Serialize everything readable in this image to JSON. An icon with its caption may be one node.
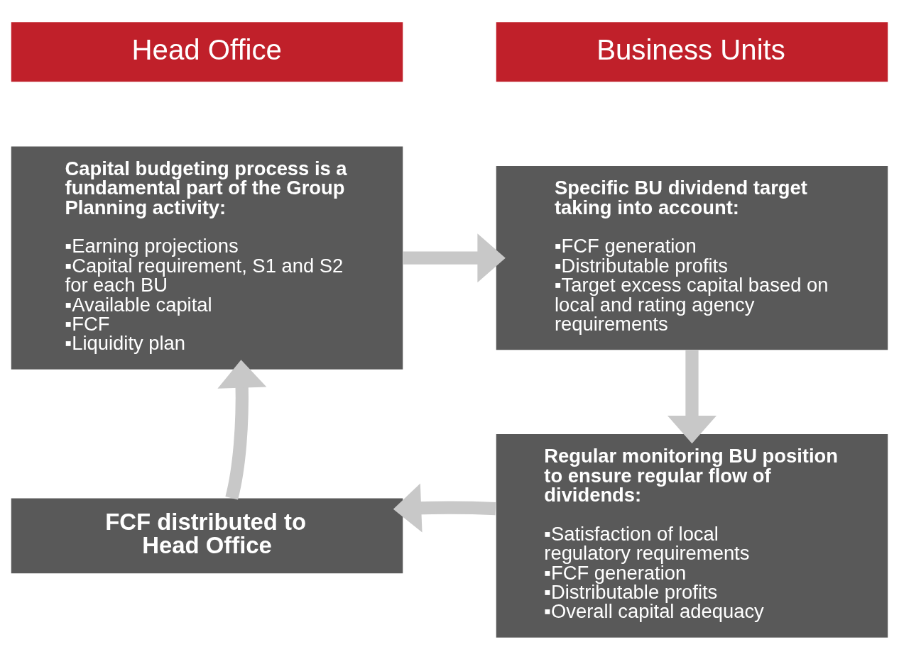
{
  "diagram": {
    "nodes": [
      {
        "text": [
          "Head Office"
        ]
      },
      {
        "text": [
          "Business Units"
        ]
      },
      {
        "text": [
          "Capital budgeting process is a fundamental part of the Group Planning activity:",
          "▪Earning projections",
          "▪Capital requirement, S1 and S2 for each BU",
          "▪Available capital",
          "▪FCF",
          "▪Liquidity plan"
        ]
      },
      {
        "text": [
          "Specific BU dividend target taking into account:",
          "▪FCF generation",
          "▪Distributable profits",
          "▪Target excess capital based on local and rating agency requirements"
        ]
      },
      {
        "text": [
          "Regular monitoring BU position to ensure regular flow of dividends:",
          "▪Satisfaction of local regulatory requirements",
          "▪FCF generation",
          "▪Distributable profits",
          "▪Overall capital adequacy"
        ]
      },
      {
        "text": [
          "FCF distributed to Head Office"
        ]
      }
    ],
    "edges": [
      {
        "from": 2,
        "to": 3,
        "arrow": "to"
      },
      {
        "from": 3,
        "to": 4,
        "arrow": "to"
      },
      {
        "from": 4,
        "to": 5,
        "arrow": "to"
      },
      {
        "from": 5,
        "to": 2,
        "arrow": "to"
      }
    ]
  }
}
